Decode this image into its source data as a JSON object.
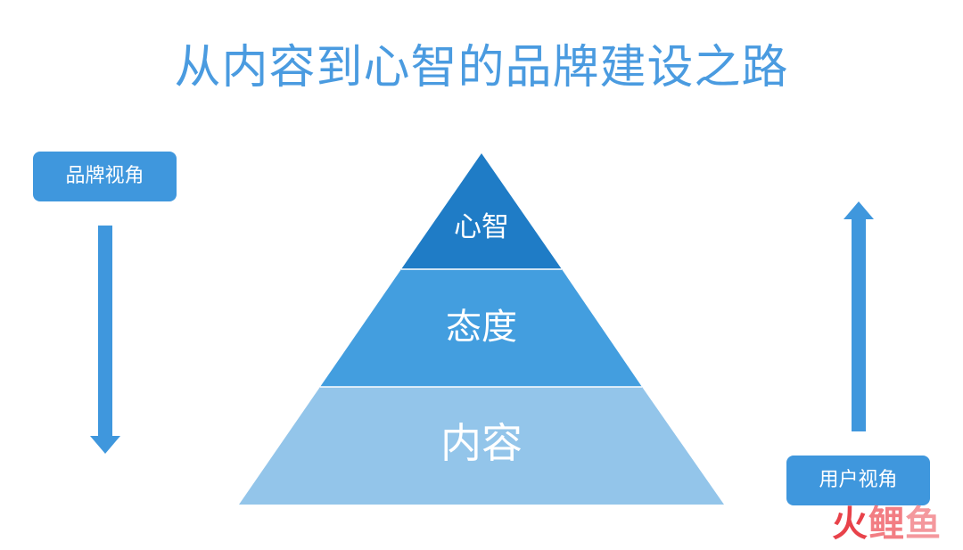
{
  "title": "从内容到心智的品牌建设之路",
  "brand_perspective": "品牌视角",
  "user_perspective": "用户视角",
  "pyramid": {
    "layers": [
      {
        "label": "心智",
        "color": "#1f7cc6"
      },
      {
        "label": "态度",
        "color": "#439edf"
      },
      {
        "label": "内容",
        "color": "#93c5ea"
      }
    ]
  },
  "arrow_color": "#3f97dd",
  "watermark": {
    "chars": [
      "火",
      "鲤",
      "鱼"
    ]
  }
}
